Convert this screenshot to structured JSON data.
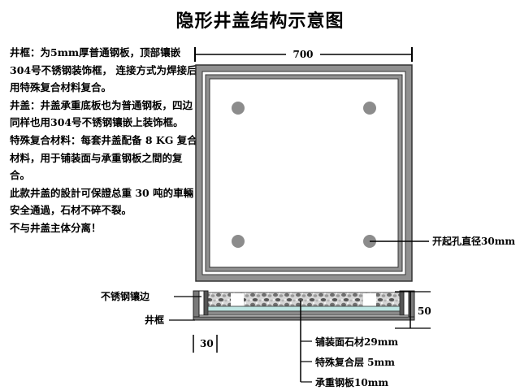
{
  "title": "隐形井盖结构示意图",
  "notes": [
    "井框：为5mm厚普通钢板，顶部镶嵌304号不锈钢装饰框， 连接方式为焊接后用特殊复合材料复合。",
    "井盖：井盖承重底板也为普通钢板，四边同样也用304号不锈钢镶嵌上装饰框。",
    "特殊复合材料：每套井盖配备 8 KG 复合材料，用于铺装面与承重钢板之間的复合。",
    "此款井盖的設計可保證总重 30 吨的車輛安全通過，石材不碎不裂。",
    "不与井盖主体分离！"
  ],
  "labels": {
    "width_dim": "700",
    "lift_hole": "开起孔直径30mm",
    "stainless_trim": "不锈钢镶边",
    "well_frame": "井框",
    "height_dim": "50",
    "frame_dim": "30",
    "paving_stone": "铺装面石材29mm",
    "composite_layer": "特殊复合层 5mm",
    "steel_plate": "承重钢板10mm"
  },
  "colors": {
    "steel": "#909090",
    "dark_steel": "#555555",
    "composite": "#bfe6e3",
    "stone": "#8a8a8a"
  }
}
